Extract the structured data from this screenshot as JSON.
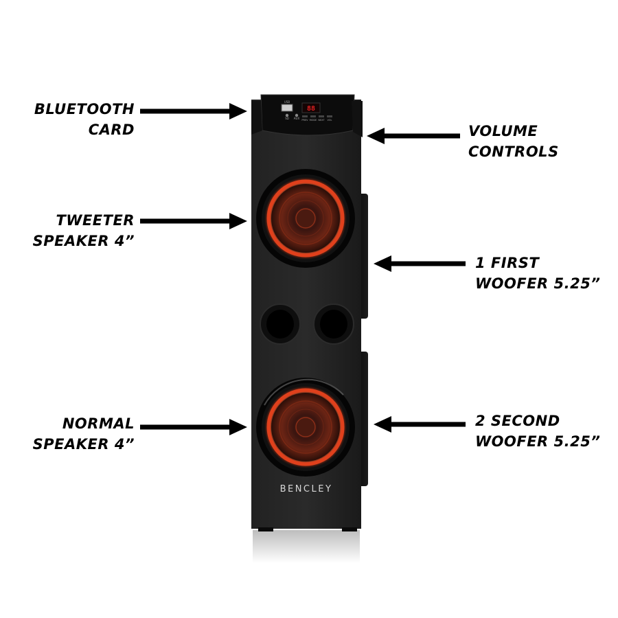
{
  "labels": {
    "bluetooth": {
      "line1": "BLUETOOTH",
      "line2": "CARD"
    },
    "volume": {
      "line1": "VOLUME",
      "line2": "CONTROLS"
    },
    "tweeter": {
      "line1": "TWEETER",
      "line2": "SPEAKER 4”"
    },
    "first_woofer": {
      "line1": "1 FIRST",
      "line2": "WOOFER 5.25”"
    },
    "normal": {
      "line1": "NORMAL",
      "line2": "SPEAKER 4”"
    },
    "second_woofer": {
      "line1": "2 SECOND",
      "line2": "WOOFER 5.25”"
    }
  },
  "panel": {
    "usb": "USB",
    "sd": "SD",
    "aux": "AUX",
    "display": "88",
    "prev": "PREV",
    "mode_btn": "MODE",
    "next": "NEXT",
    "vol": "VOL"
  },
  "brand": "BENCLEY",
  "colors": {
    "cabinet": "#1a1a1a",
    "ring": "#e0401c",
    "arrow": "#000000",
    "display": "#e02020"
  }
}
